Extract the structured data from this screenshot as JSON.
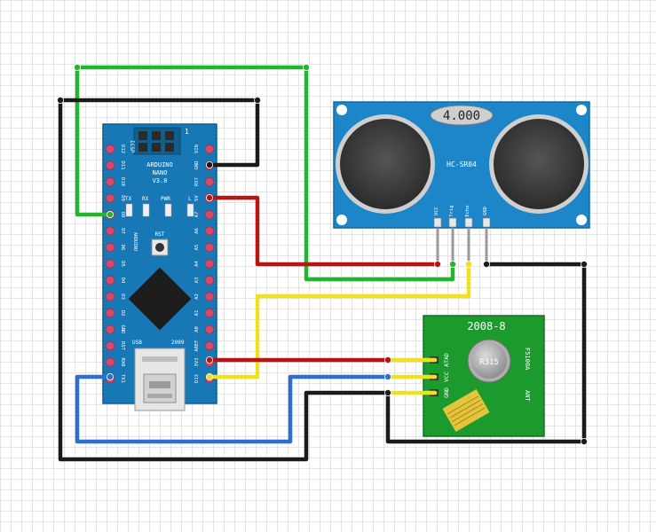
{
  "nano": {
    "title_line1": "ARDUINO",
    "title_line2": "NANO",
    "title_line3": "V3.0",
    "icsp": "ICSP",
    "icsp_num": "1",
    "led_tx": "TX",
    "led_rx": "RX",
    "led_pwr": "PWR",
    "led_l": "L",
    "rst_label": "RST",
    "side_label": "ARDUINO",
    "usb_label": "USB",
    "year": "2009",
    "pins_left": [
      "D12",
      "D11",
      "D10",
      "D9",
      "D8",
      "D7",
      "D6",
      "D5",
      "D4",
      "D3",
      "D2",
      "GND",
      "RST",
      "RX0",
      "TX1"
    ],
    "pins_right": [
      "VIN",
      "GND",
      "RST",
      "5V",
      "A7",
      "A6",
      "A5",
      "A4",
      "A3",
      "A2",
      "A1",
      "A0",
      "AREF",
      "3V3",
      "D13"
    ]
  },
  "sensor": {
    "crystal": "4.000",
    "model": "HC-SR04",
    "pins": [
      "VCC",
      "Trig",
      "Echo",
      "GND"
    ]
  },
  "rf": {
    "title": "2008-8",
    "crystal": "R315",
    "side": "F5100A",
    "ant": "ANT",
    "pins": [
      "ATAD",
      "VCC",
      "GND"
    ]
  },
  "colors": {
    "board": "#1778b5",
    "sensor_board": "#1d86c8",
    "rf_board": "#1c9a2e",
    "wire_green": "#22b52e",
    "wire_black": "#1a1a1a",
    "wire_red": "#b51515",
    "wire_yellow": "#efe020",
    "wire_blue": "#2b6fd0"
  }
}
